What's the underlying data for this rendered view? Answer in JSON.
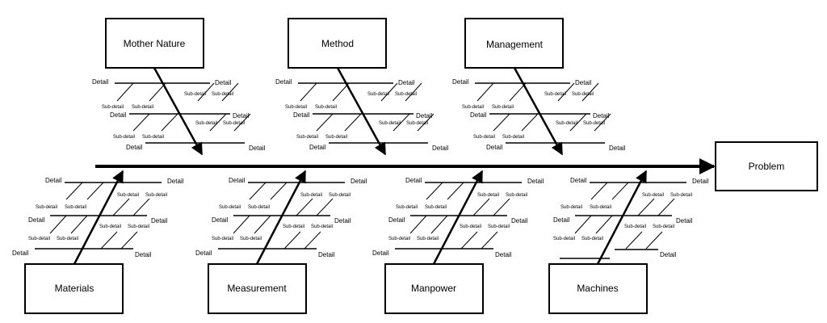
{
  "diagram": {
    "problem": "Problem",
    "categories": [
      {
        "name": "Mother Nature"
      },
      {
        "name": "Method"
      },
      {
        "name": "Management"
      },
      {
        "name": "Materials"
      },
      {
        "name": "Measurement"
      },
      {
        "name": "Manpower"
      },
      {
        "name": "Machines"
      }
    ],
    "detail_label": "Detail",
    "subdetail_label": "Sub-detail"
  }
}
